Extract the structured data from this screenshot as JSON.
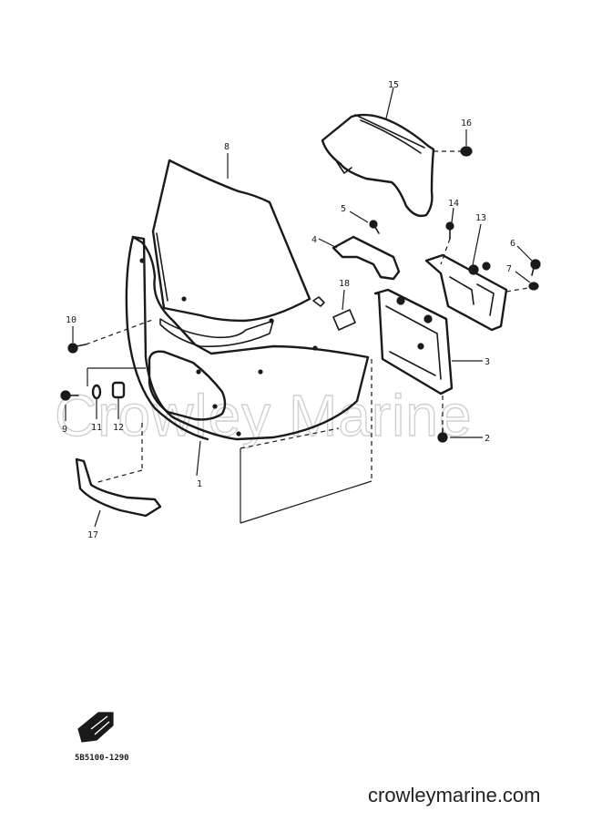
{
  "watermark": "Crowley Marine",
  "site_url": "crowleymarine.com",
  "diagram_code": "5B5100-1290",
  "callouts": {
    "c1": "1",
    "c2": "2",
    "c3": "3",
    "c4": "4",
    "c5": "5",
    "c6": "6",
    "c7": "7",
    "c8": "8",
    "c9": "9",
    "c10": "10",
    "c11": "11",
    "c12": "12",
    "c13": "13",
    "c14": "14",
    "c15": "15",
    "c16": "16",
    "c17": "17",
    "c18": "18"
  }
}
